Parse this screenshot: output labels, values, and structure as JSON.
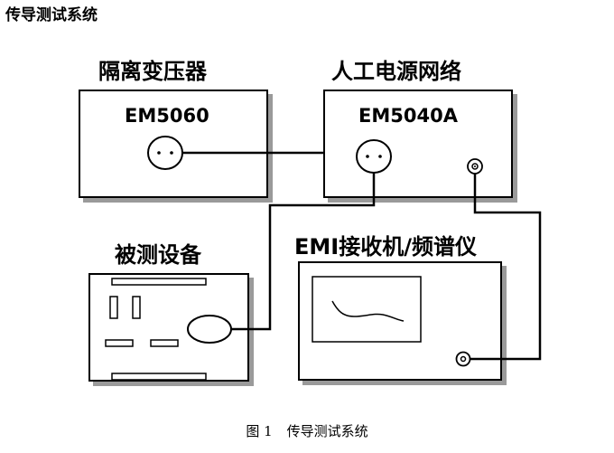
{
  "page_title": "传导测试系统",
  "devices": {
    "isolation_transformer": {
      "name": "隔离变压器",
      "model": "EM5060"
    },
    "lisn": {
      "name": "人工电源网络",
      "model": "EM5040A"
    },
    "eut": {
      "name": "被测设备"
    },
    "receiver": {
      "name": "EMI接收机/频谱仪"
    }
  },
  "caption": {
    "figure": "图 1",
    "title": "传导测试系统"
  }
}
